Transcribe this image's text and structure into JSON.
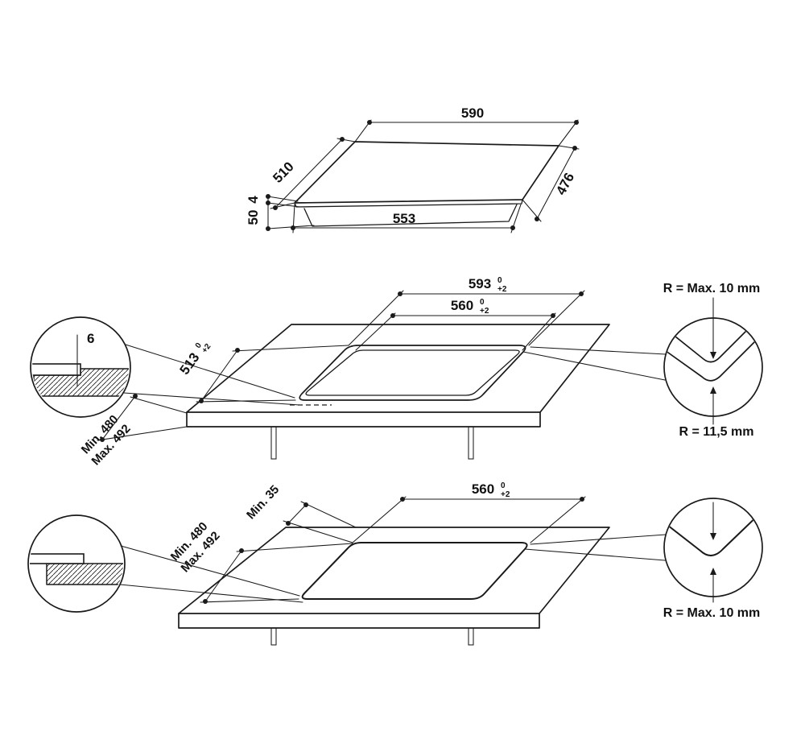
{
  "colors": {
    "line": "#1a1a1a",
    "background": "#ffffff"
  },
  "top_view": {
    "width_top": "590",
    "depth_left": "510",
    "depth_right": "476",
    "width_bottom": "553",
    "glass_thickness": "4",
    "body_height": "50"
  },
  "flush_view": {
    "outer_width": "593",
    "outer_tol_top": "0",
    "outer_tol_bottom": "+2",
    "inner_width": "560",
    "inner_tol_top": "0",
    "inner_tol_bottom": "+2",
    "depth": "513",
    "depth_tol_top": "0",
    "depth_tol_bottom": "+2",
    "front_min": "Min. 480",
    "front_max": "Max. 492",
    "edge_detail": "6",
    "radius_top": "R = Max. 10 mm",
    "radius_bottom": "R = 11,5 mm"
  },
  "overlap_view": {
    "inner_width": "560",
    "inner_tol_top": "0",
    "inner_tol_bottom": "+2",
    "front_min": "Min. 480",
    "front_max": "Max. 492",
    "side_min": "Min. 35",
    "radius": "R = Max. 10 mm"
  }
}
